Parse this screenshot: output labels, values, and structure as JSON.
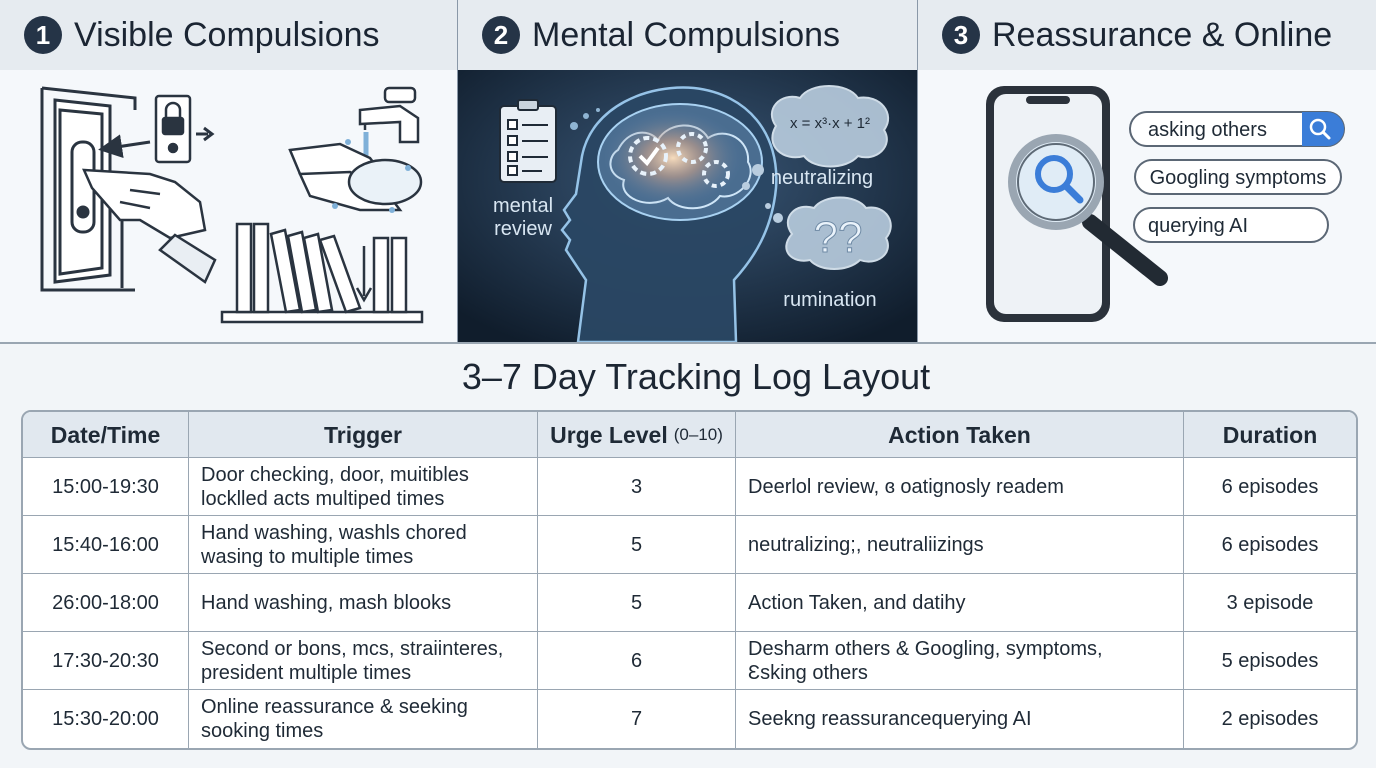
{
  "panels": [
    {
      "number": "1",
      "title": "Visible Compulsions"
    },
    {
      "number": "2",
      "title": "Mental Compulsions",
      "labels": {
        "review": [
          "mental",
          "review"
        ],
        "neutralizing": "neutralizing",
        "rumination": "rumination",
        "formula": "x = x³·x + 1²"
      }
    },
    {
      "number": "3",
      "title": "Reassurance & Online",
      "chips": [
        "asking others",
        "Googling symptoms",
        "querying AI"
      ]
    }
  ],
  "log": {
    "title": "3–7 Day Tracking Log Layout",
    "headers": {
      "date": "Date/Time",
      "trigger": "Trigger",
      "urge": "Urge Level",
      "urge_scale": "(0–10)",
      "action": "Action Taken",
      "duration": "Duration"
    },
    "rows": [
      {
        "time": "15:00-19:30",
        "trigger": [
          "Door checking, door, muitibles",
          "locklled acts multiped times"
        ],
        "urge": "3",
        "action": [
          "Deerlol review, ɞ oatignosly readem"
        ],
        "duration": "6 episodes"
      },
      {
        "time": "15:40-16:00",
        "trigger": [
          "Hand washing, washls chored",
          "wasing to multiple times"
        ],
        "urge": "5",
        "action": [
          "neutralizing;, neutraliizings"
        ],
        "duration": "6 episodes"
      },
      {
        "time": "26:00-18:00",
        "trigger": [
          "Hand washing, mash blooks"
        ],
        "urge": "5",
        "action": [
          "Action Taken, and datihy"
        ],
        "duration": "3 episode"
      },
      {
        "time": "17:30-20:30",
        "trigger": [
          "Second or bons, mcs, straiinteres,",
          "president multiple times"
        ],
        "urge": "6",
        "action": [
          "Desharm others & Googling, symptoms,",
          "Ɛsking others"
        ],
        "duration": "5 episodes"
      },
      {
        "time": "15:30-20:00",
        "trigger": [
          "Online reassurance & seeking",
          "sooking times"
        ],
        "urge": "7",
        "action": [
          "Seekng reassurancequerying AI"
        ],
        "duration": "2 episodes"
      }
    ]
  },
  "colors": {
    "dark_panel": "#15263a",
    "header_band": "#e6ebf0",
    "search_blue": "#3b7dd8"
  }
}
